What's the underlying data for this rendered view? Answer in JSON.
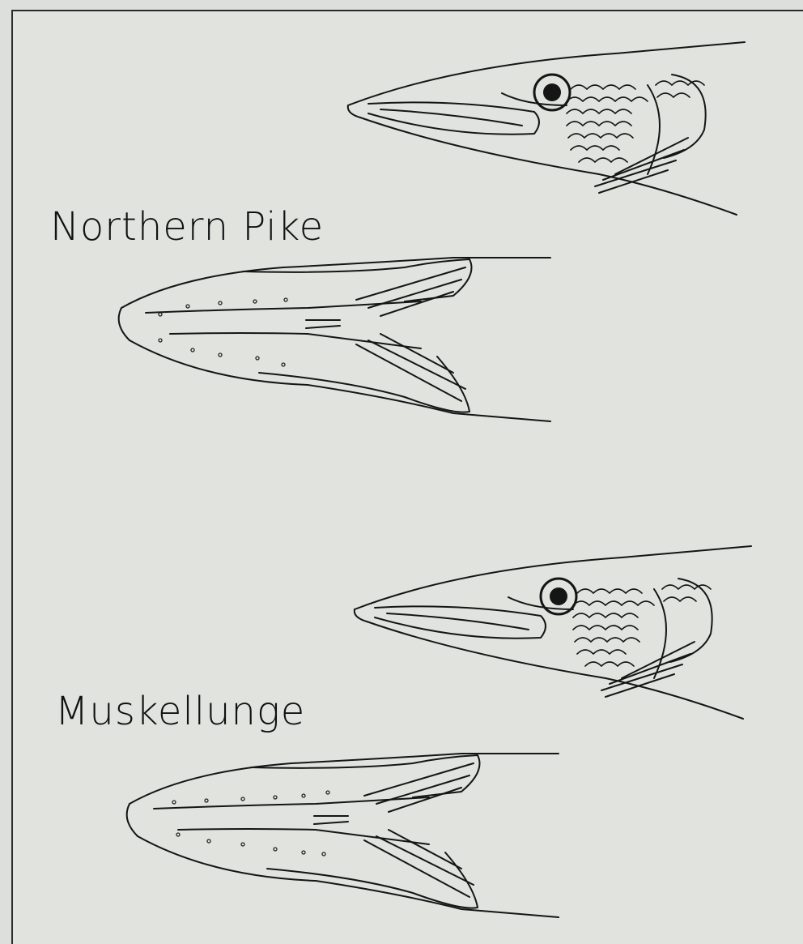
{
  "labels": {
    "species_1": "Northern Pike",
    "species_2": "Muskellunge"
  },
  "colors": {
    "background": "#e1e3df",
    "ink": "#151515"
  },
  "views": [
    {
      "species": "Northern Pike",
      "view": "side"
    },
    {
      "species": "Northern Pike",
      "view": "underside"
    },
    {
      "species": "Muskellunge",
      "view": "side"
    },
    {
      "species": "Muskellunge",
      "view": "underside"
    }
  ]
}
